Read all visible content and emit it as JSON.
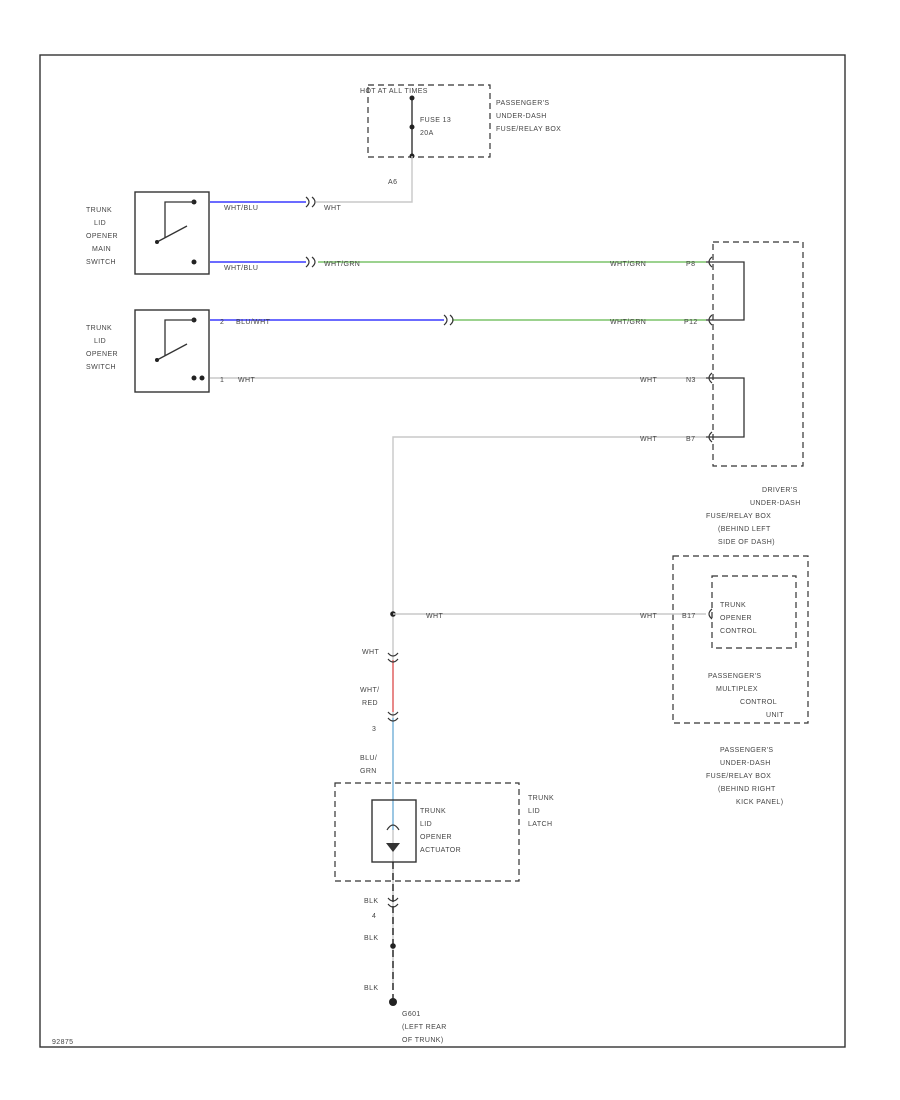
{
  "colors": {
    "frame": "#333333",
    "wire_white": "#c8c8c8",
    "wire_blue": "#3a3aff",
    "wire_green": "#7cc46a",
    "wire_red": "#e86060",
    "wire_lightblue": "#7ab8e0",
    "wire_black": "#222222"
  },
  "components": {
    "hot_at_all_times": "HOT AT ALL TIMES",
    "fuse": [
      "FUSE 13",
      "20A"
    ],
    "pass_box_top": [
      "PASSENGER'S",
      "UNDER-DASH",
      "FUSE/RELAY BOX"
    ],
    "main_switch": [
      "TRUNK",
      "LID",
      "OPENER",
      "MAIN",
      "SWITCH"
    ],
    "opener_switch": [
      "TRUNK",
      "LID",
      "OPENER",
      "SWITCH"
    ],
    "driver_box": [
      "DRIVER'S",
      "UNDER-DASH",
      "FUSE/RELAY BOX",
      "(BEHIND LEFT",
      "SIDE OF DASH)"
    ],
    "trunk_control": [
      "TRUNK",
      "OPENER",
      "CONTROL"
    ],
    "multiplex": [
      "PASSENGER'S",
      "MULTIPLEX",
      "CONTROL",
      "UNIT"
    ],
    "pass_box_bottom": [
      "PASSENGER'S",
      "UNDER-DASH",
      "FUSE/RELAY BOX",
      "(BEHIND RIGHT",
      "KICK PANEL)"
    ],
    "latch": [
      "TRUNK",
      "LID",
      "LATCH"
    ],
    "actuator": [
      "TRUNK",
      "LID",
      "OPENER",
      "ACTUATOR"
    ],
    "ground": [
      "G601",
      "(LEFT REAR",
      "OF TRUNK)"
    ],
    "diagram_id": "92875"
  },
  "wire_labels": {
    "a6": "A6",
    "wht_blu_1": "WHT/BLU",
    "wht_1": "WHT",
    "wht_blu_2": "WHT/BLU",
    "wht_grn_1": "WHT/GRN",
    "wht_grn_2": "WHT/GRN",
    "p8": "P8",
    "pin_2": "2",
    "blu_wht": "BLU/WHT",
    "wht_grn_3": "WHT/GRN",
    "p12": "P12",
    "pin_1": "1",
    "wht_2": "WHT",
    "wht_3": "WHT",
    "n3": "N3",
    "wht_4": "WHT",
    "b7": "B7",
    "wht_5": "WHT",
    "wht_6": "WHT",
    "b17": "B17",
    "wht_7": "WHT",
    "wht_red": [
      "WHT/",
      "RED"
    ],
    "pin_3": "3",
    "blu_grn": [
      "BLU/",
      "GRN"
    ],
    "blk_1": "BLK",
    "pin_4": "4",
    "blk_2": "BLK",
    "blk_3": "BLK"
  }
}
